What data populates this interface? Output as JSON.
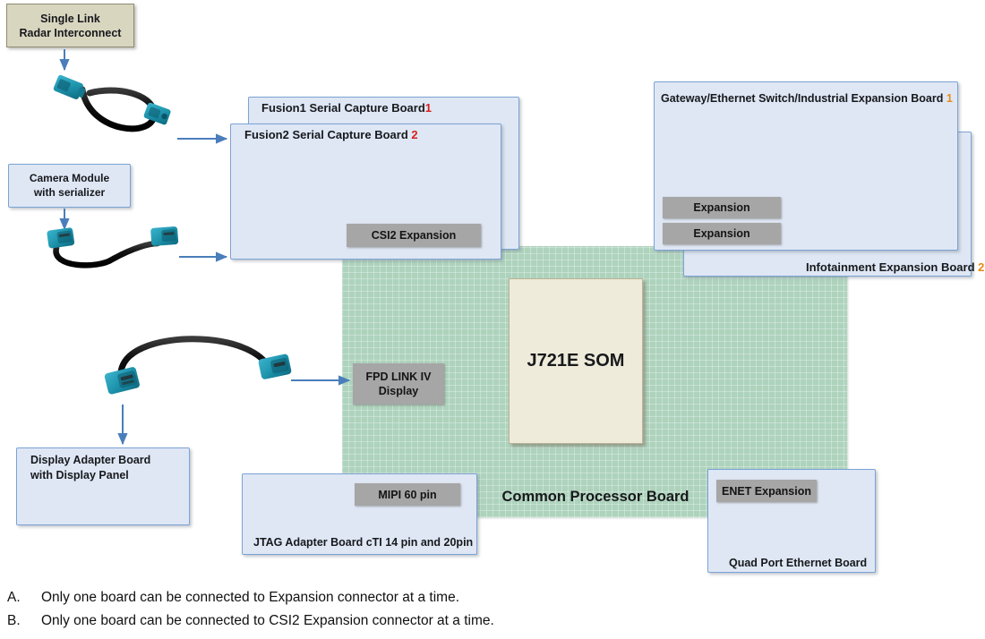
{
  "diagram": {
    "title": "J721E Common Processor Board interconnect diagram",
    "colors": {
      "board_fill": "#dfe7f5",
      "board_border": "#7ba3d4",
      "khaki_fill": "#d9d6c0",
      "chip_fill": "#a6a6a6",
      "green_board": "#aed3bd",
      "som_fill": "#eeebda",
      "connector_teal": "#1f93ab",
      "arrow_blue": "#4a7ebb",
      "badge_red": "#d6211b",
      "badge_orange": "#e58a19"
    },
    "boxes": {
      "radar_interconnect": {
        "line1": "Single Link",
        "line2": "Radar Interconnect"
      },
      "camera_module": {
        "line1": "Camera Module",
        "line2": "with serializer"
      },
      "display_adapter": {
        "line1": "Display Adapter Board",
        "line2": "with Display Panel"
      },
      "fusion1": {
        "label": "Fusion1 Serial Capture Board",
        "badge": "1"
      },
      "fusion2": {
        "label": "Fusion2 Serial Capture Board",
        "badge": "2"
      },
      "csi2_expansion": {
        "label": "CSI2 Expansion"
      },
      "gateway_board": {
        "label": "Gateway/Ethernet Switch/Industrial Expansion Board",
        "badge": "1"
      },
      "infotainment_board": {
        "label": "Infotainment Expansion Board",
        "badge": "2"
      },
      "expansion_chip_1": {
        "label": "Expansion"
      },
      "expansion_chip_2": {
        "label": "Expansion"
      },
      "common_processor_board": {
        "label": "Common Processor Board"
      },
      "som": {
        "label": "J721E SOM"
      },
      "fpd_link": {
        "line1": "FPD LINK IV",
        "line2": "Display"
      },
      "mipi_chip": {
        "label": "MIPI 60 pin"
      },
      "jtag_board": {
        "label": "JTAG Adapter Board  cTI 14 pin and 20pin"
      },
      "enet_chip": {
        "label": "ENET Expansion"
      },
      "quad_ethernet_board": {
        "label": "Quad Port Ethernet Board"
      }
    },
    "notes": [
      {
        "key": "A.",
        "text": "Only one board can be connected to Expansion connector at a time."
      },
      {
        "key": "B.",
        "text": "Only one board can be connected to CSI2 Expansion connector at a time."
      }
    ],
    "cables": [
      {
        "name": "radar-fakra-cable",
        "connectors": 2
      },
      {
        "name": "camera-fakra-cable",
        "connectors": 2
      },
      {
        "name": "display-fakra-cable",
        "connectors": 2
      }
    ]
  }
}
